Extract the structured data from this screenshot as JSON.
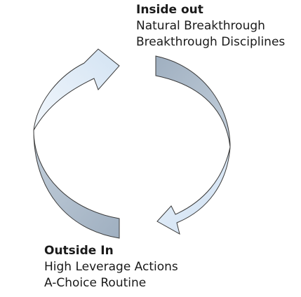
{
  "inside": {
    "heading": "Inside out",
    "line1": "Natural Breakthrough",
    "line2": "Breakthrough Disciplines"
  },
  "outside": {
    "heading": "Outside In",
    "line1": "High Leverage Actions",
    "line2": "A-Choice Routine"
  },
  "colors": {
    "light_arrow": "#dde9f6",
    "dark_arrow": "#aebccb",
    "outline": "#333333"
  }
}
